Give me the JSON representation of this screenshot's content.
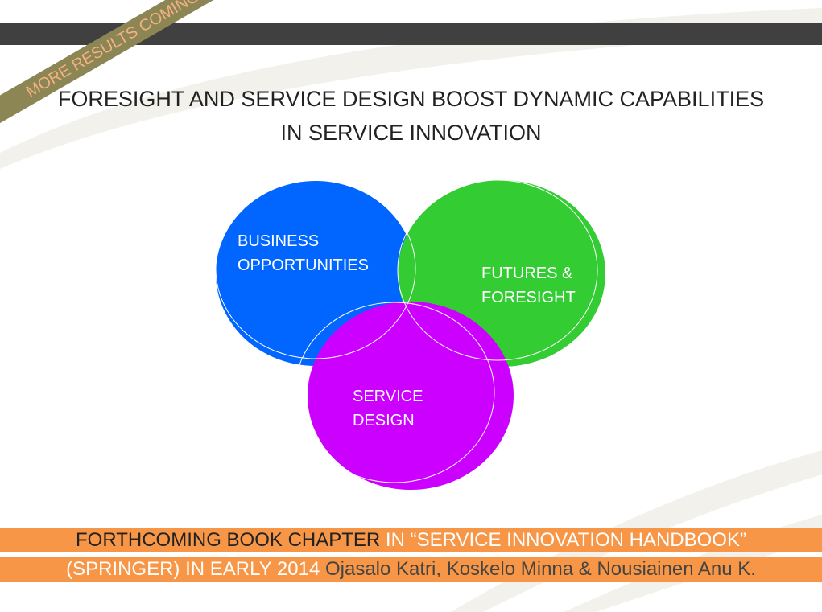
{
  "banner": "MORE RESULTS COMING",
  "title": {
    "line1": "FORESIGHT AND SERVICE DESIGN BOOST DYNAMIC CAPABILITIES",
    "line2": "IN SERVICE INNOVATION"
  },
  "circles": [
    {
      "label1": "BUSINESS",
      "label2": "OPPORTUNITIES",
      "color": "#0066ff"
    },
    {
      "label1": "FUTURES &",
      "label2": "FORESIGHT",
      "color": "#33cc33"
    },
    {
      "label1": "SERVICE",
      "label2": "DESIGN",
      "color": "#cc00ff"
    }
  ],
  "footer": {
    "line1_a": "FORTHCOMING BOOK CHAPTER",
    "line1_b": " IN “SERVICE INNOVATION HANDBOOK”",
    "line2_a": "(SPRINGER) IN EARLY 2014",
    "line2_b": " Ojasalo Katri, Koskelo Minna & Nousiainen Anu K."
  }
}
